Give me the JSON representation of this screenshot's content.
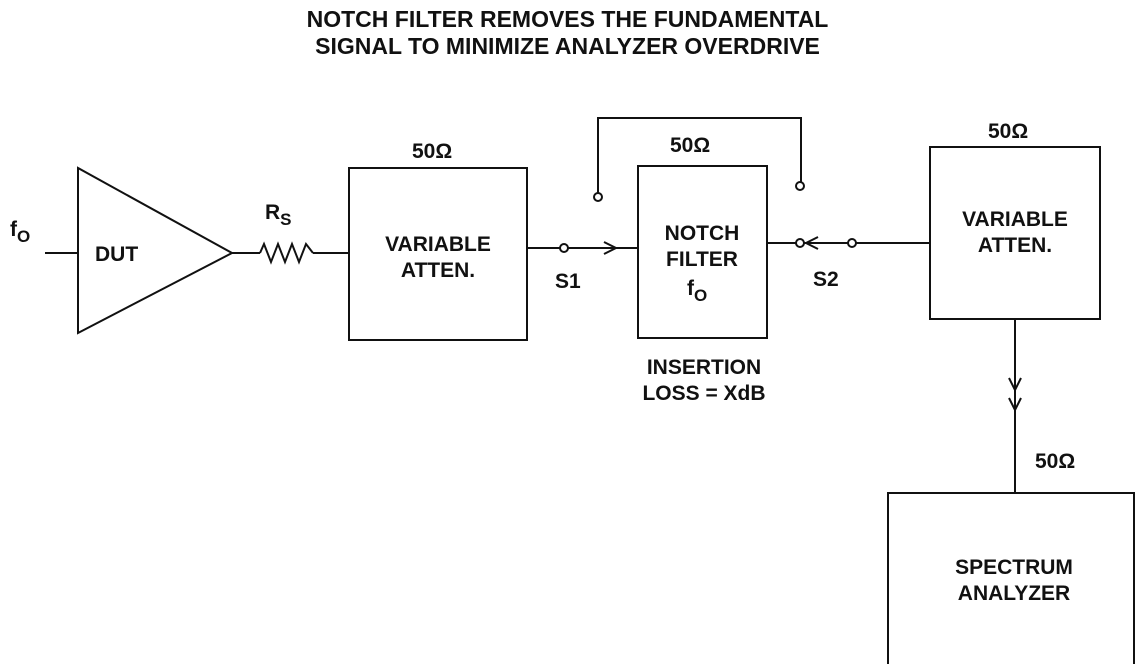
{
  "title": {
    "line1": "NOTCH FILTER REMOVES THE FUNDAMENTAL",
    "line2": "SIGNAL TO MINIMIZE ANALYZER OVERDRIVE"
  },
  "labels": {
    "input_f": "f",
    "input_sub": "O",
    "dut": "DUT",
    "rs_main": "R",
    "rs_sub": "S",
    "atten1_ohm": "50Ω",
    "atten1_line1": "VARIABLE",
    "atten1_line2": "ATTEN.",
    "s1": "S1",
    "bypass_ohm": "50Ω",
    "notch_line1": "NOTCH",
    "notch_line2": "FILTER",
    "notch_f": "f",
    "notch_sub": "O",
    "s2": "S2",
    "atten2_ohm": "50Ω",
    "atten2_line1": "VARIABLE",
    "atten2_line2": "ATTEN.",
    "insertion_line1": "INSERTION",
    "insertion_line2": "LOSS = XdB",
    "analyzer_ohm": "50Ω",
    "analyzer_line1": "SPECTRUM",
    "analyzer_line2": "ANALYZER"
  }
}
